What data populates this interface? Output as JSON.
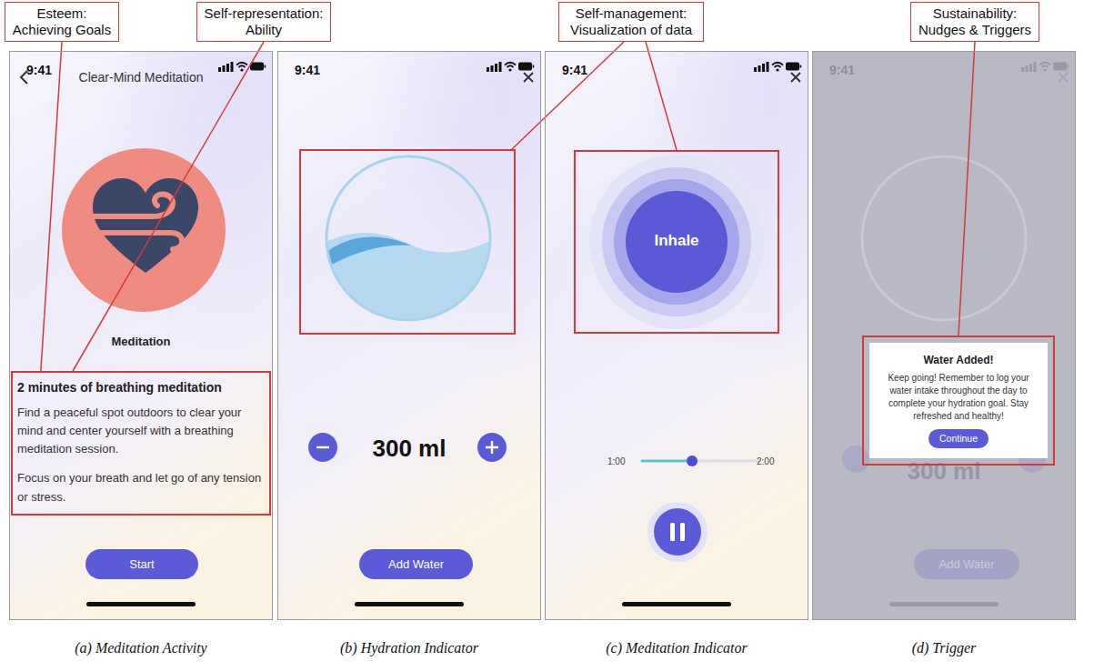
{
  "diagram": {
    "nodes": [
      {
        "text": [
          "Esteem: Achieving Goals"
        ]
      },
      {
        "text": [
          "Self-representation: Ability"
        ]
      },
      {
        "text": [
          "Self-management: Visualization of data"
        ]
      },
      {
        "text": [
          "Sustainability: Nudges & Triggers"
        ]
      },
      {
        "text": [
          "9:41",
          "Clear-Mind Meditation",
          "Meditation"
        ]
      },
      {
        "text": [
          "2 minutes of breathing meditation",
          "Find a peaceful spot outdoors to clear your mind and center yourself with a breathing meditation session.",
          "Focus on your breath and let go of any tension or stress."
        ],
        "in": 4
      },
      {
        "text": [
          "Start"
        ],
        "in": 4
      },
      {
        "text": [
          "9:41",
          "300 ml"
        ]
      },
      {
        "text": [
          "Add Water"
        ],
        "in": 7
      },
      {
        "text": [
          "9:41",
          "1:00",
          "2:00"
        ]
      },
      {
        "text": [
          "Inhale"
        ],
        "in": 9
      },
      {
        "text": [
          "9:41",
          "300 ml"
        ]
      },
      {
        "text": [
          "Add Water"
        ],
        "in": 11
      },
      {
        "text": [
          "Water Added!",
          "Keep going! Remember to log your water intake throughout the day to complete your hydration goal. Stay refreshed and healthy!"
        ],
        "in": 11
      },
      {
        "text": [
          "Continue"
        ],
        "in": 13
      }
    ],
    "edges": [
      {
        "from": 0,
        "to": 5,
        "arrow": "none"
      },
      {
        "from": 1,
        "to": 5,
        "arrow": "none"
      },
      {
        "from": 2,
        "to": 10,
        "arrow": "none"
      },
      {
        "from": 3,
        "to": 13,
        "arrow": "none"
      }
    ],
    "labels": [
      "(a) Meditation Activity",
      "(b) Hydration Indicator",
      "(c) Meditation Indicator",
      "(d) Trigger"
    ]
  }
}
